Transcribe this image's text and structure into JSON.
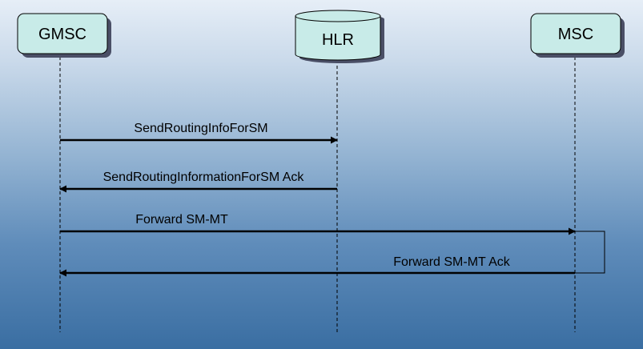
{
  "participants": {
    "gmsc": {
      "label": "GMSC"
    },
    "hlr": {
      "label": "HLR"
    },
    "msc": {
      "label": "MSC"
    }
  },
  "messages": [
    {
      "label": "SendRoutingInfoForSM",
      "from": "GMSC",
      "to": "HLR"
    },
    {
      "label": "SendRoutingInformationForSM Ack",
      "from": "HLR",
      "to": "GMSC"
    },
    {
      "label": "Forward SM-MT",
      "from": "GMSC",
      "to": "MSC"
    },
    {
      "label": "Forward SM-MT Ack",
      "from": "MSC",
      "to": "GMSC"
    }
  ],
  "colors": {
    "box_fill": "#c8ebe8",
    "stroke": "#000000",
    "shadow": "#4a4f66"
  }
}
